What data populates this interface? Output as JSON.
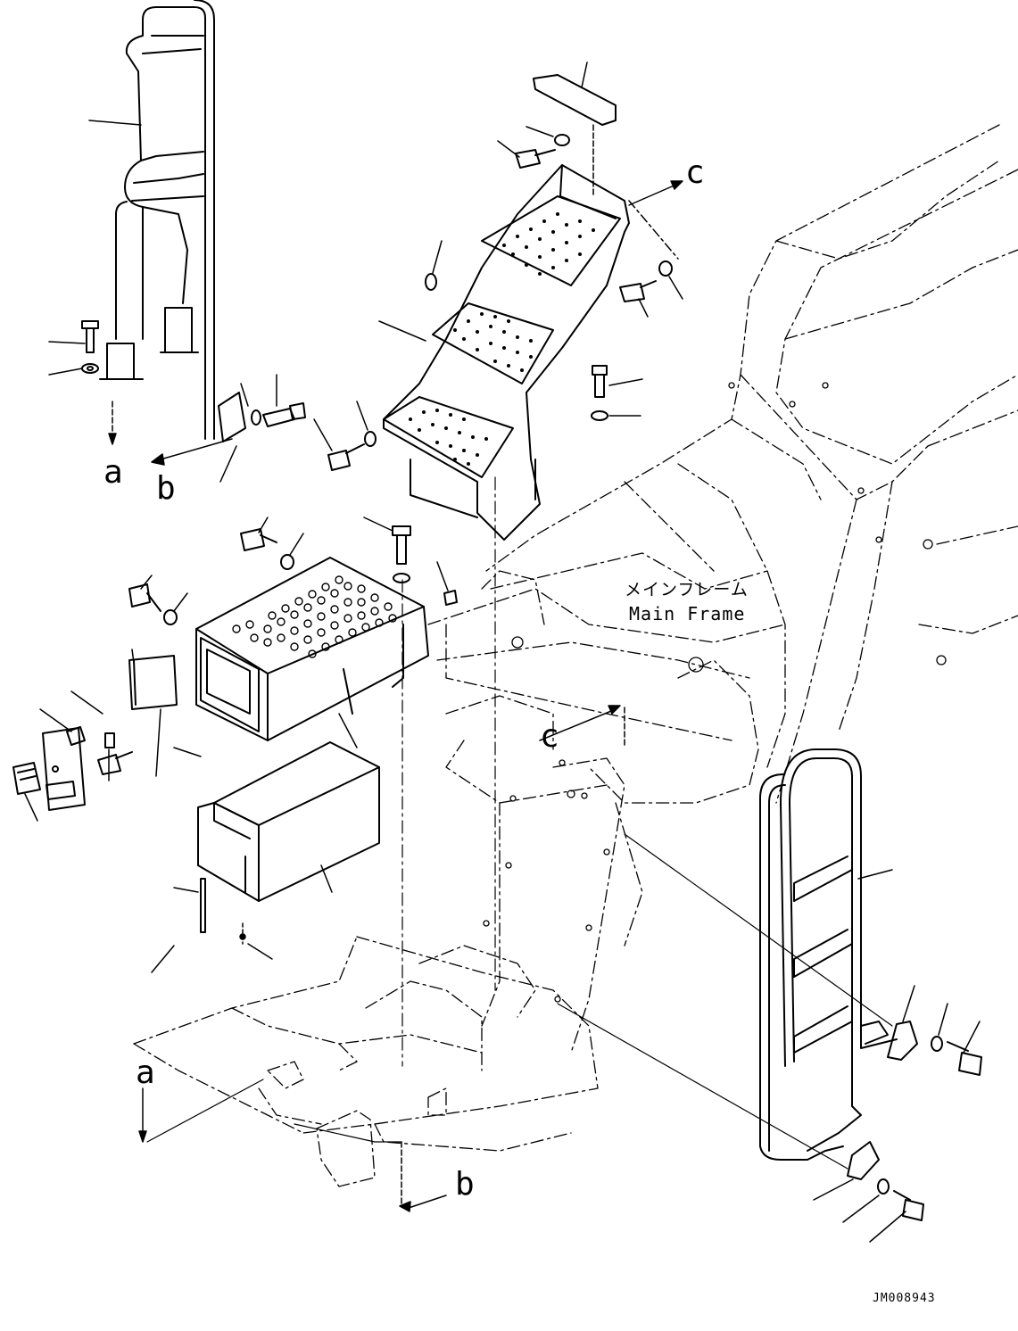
{
  "frame_label": {
    "jp": "メインフレーム",
    "en": "Main Frame"
  },
  "refs": {
    "a": "a",
    "b": "b",
    "c": "c"
  },
  "drawing_code": "JM008943"
}
